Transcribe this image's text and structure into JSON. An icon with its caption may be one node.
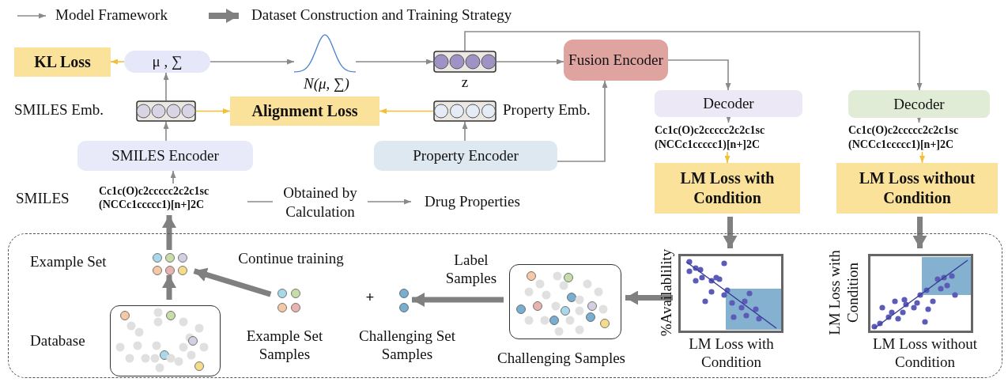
{
  "diagram": {
    "nodes": [
      {
        "text": [
          "KL Loss"
        ]
      },
      {
        "text": [
          "μ , ∑"
        ]
      },
      {
        "text": [],
        "shape": "picture",
        "beside": [
          "N(μ, ∑)"
        ]
      },
      {
        "text": [],
        "shape": "box",
        "beside": [
          "z"
        ]
      },
      {
        "text": [
          "Fusion Encoder"
        ]
      },
      {
        "text": [],
        "shape": "box",
        "beside": [
          "SMILES Emb."
        ]
      },
      {
        "text": [
          "Alignment Loss"
        ]
      },
      {
        "text": [],
        "shape": "box",
        "beside": [
          "Property Emb."
        ]
      },
      {
        "text": [
          "SMILES Encoder"
        ]
      },
      {
        "text": [
          "Property Encoder"
        ]
      },
      {
        "text": [
          "Cc1c(O)c2ccccc2c2c1sc (NCCc1ccccc1)[n+]2C"
        ],
        "beside": [
          "SMILES"
        ]
      },
      {
        "text": [
          "Drug Properties"
        ]
      },
      {
        "text": [
          "Decoder"
        ]
      },
      {
        "text": [
          "Cc1c(O)c2ccccc2c2c1sc (NCCc1ccccc1)[n+]2C"
        ]
      },
      {
        "text": [
          "LM Loss with Condition"
        ]
      },
      {
        "text": [
          "Decoder"
        ]
      },
      {
        "text": [
          "Cc1c(O)c2ccccc2c2c1sc (NCCc1ccccc1)[n+]2C"
        ]
      },
      {
        "text": [
          "LM Loss without Condition"
        ]
      },
      {
        "text": [],
        "shape": "box"
      },
      {
        "text": [],
        "shape": "picture",
        "in": 18,
        "beside": [
          "Example Set"
        ]
      },
      {
        "text": [],
        "shape": "box",
        "in": 18,
        "beside": [
          "Database"
        ]
      },
      {
        "text": [],
        "shape": "picture",
        "in": 18,
        "beside": [
          "Example Set Samples"
        ]
      },
      {
        "text": [],
        "shape": "picture",
        "in": 18,
        "beside": [
          "Challenging Set Samples"
        ]
      },
      {
        "text": [],
        "shape": "box",
        "in": 18,
        "beside": [
          "Challenging Samples"
        ]
      },
      {
        "text": [],
        "shape": "picture",
        "in": 18,
        "beside": [
          "%Availablility",
          "LM Loss with Condition"
        ]
      },
      {
        "text": [],
        "shape": "picture",
        "in": 18,
        "beside": [
          "LM Loss with Condition",
          "LM Loss without Condition"
        ]
      }
    ],
    "edges": [
      {
        "from": 1,
        "to": 0,
        "arrow": "to",
        "color": "#f2c037"
      },
      {
        "from": 5,
        "to": 1,
        "arrow": "to"
      },
      {
        "from": 1,
        "to": 2,
        "arrow": "to"
      },
      {
        "from": 2,
        "to": 3,
        "arrow": "to"
      },
      {
        "from": 3,
        "to": 4,
        "arrow": "to"
      },
      {
        "from": 3,
        "to": 15,
        "arrow": "to"
      },
      {
        "from": 4,
        "to": 12,
        "arrow": "to"
      },
      {
        "from": 5,
        "to": 6,
        "arrow": "to",
        "color": "#f2c037"
      },
      {
        "from": 7,
        "to": 6,
        "arrow": "to",
        "color": "#f2c037"
      },
      {
        "from": 8,
        "to": 5,
        "arrow": "to"
      },
      {
        "from": 9,
        "to": 7,
        "arrow": "to"
      },
      {
        "from": 9,
        "to": 4,
        "arrow": "to"
      },
      {
        "from": 10,
        "to": 8,
        "arrow": "to"
      },
      {
        "from": 10,
        "to": 11,
        "arrow": "to",
        "label": "Obtained by Calculation"
      },
      {
        "from": 12,
        "to": 13,
        "arrow": "to"
      },
      {
        "from": 13,
        "to": 14,
        "arrow": "to",
        "color": "#f2c037"
      },
      {
        "from": 15,
        "to": 16,
        "arrow": "to"
      },
      {
        "from": 16,
        "to": 17,
        "arrow": "to",
        "color": "#f2c037"
      },
      {
        "from": 14,
        "to": 24,
        "arrow": "to",
        "style": "thick"
      },
      {
        "from": 17,
        "to": 25,
        "arrow": "to",
        "style": "thick"
      },
      {
        "from": 24,
        "to": 23,
        "arrow": "to",
        "style": "thick"
      },
      {
        "from": 23,
        "to": 22,
        "arrow": "to",
        "style": "thick",
        "label": "Label Samples"
      },
      {
        "from": 21,
        "to": 19,
        "arrow": "to",
        "style": "thick",
        "label": "Continue training"
      },
      {
        "from": 20,
        "to": 19,
        "arrow": "to",
        "style": "thick"
      },
      {
        "from": 19,
        "to": 10,
        "arrow": "to",
        "style": "thick"
      }
    ],
    "labels": [
      "+"
    ],
    "legend": [
      {
        "text": "Model Framework"
      },
      {
        "text": "Dataset Construction and Training Strategy"
      }
    ]
  }
}
